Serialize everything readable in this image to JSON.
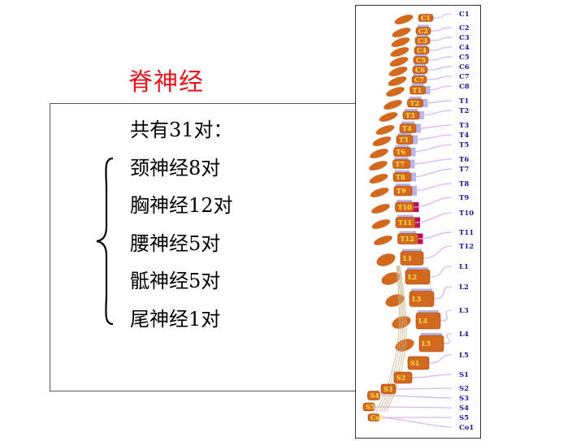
{
  "title": "脊神经",
  "summary": {
    "total": "共有31对：",
    "items": [
      "颈神经8对",
      "胸神经12对",
      "腰神经5对",
      "骶神经5对",
      "尾神经1对"
    ]
  },
  "spine": {
    "nerve_labels": [
      "C1",
      "C2",
      "C3",
      "C4",
      "C5",
      "C6",
      "C7",
      "C8",
      "T1",
      "T2",
      "T3",
      "T4",
      "T5",
      "T6",
      "T7",
      "T8",
      "T9",
      "T10",
      "T11",
      "T12",
      "L1",
      "L2",
      "L3",
      "L4",
      "L5",
      "S1",
      "S2",
      "S3",
      "S4",
      "S5",
      "Co1"
    ],
    "vertebra_labels": [
      "C1",
      "C2",
      "C3",
      "C4",
      "C5",
      "C6",
      "C7",
      "T1",
      "T2",
      "T3",
      "T4",
      "T5",
      "T6",
      "T7",
      "T8",
      "T9",
      "T10",
      "T11",
      "T12",
      "L1",
      "L2",
      "L3",
      "L4",
      "L5",
      "S1",
      "S2",
      "S3",
      "S4",
      "S5",
      "Co1"
    ],
    "colors": {
      "title": "#e8141c",
      "label": "#1a1aa0",
      "bone": "#d2691e",
      "disc": "#b8b4e6",
      "cord": "#c00a5a",
      "nerve": "#d9b8e8",
      "vlabel": "#ffe24a"
    }
  }
}
